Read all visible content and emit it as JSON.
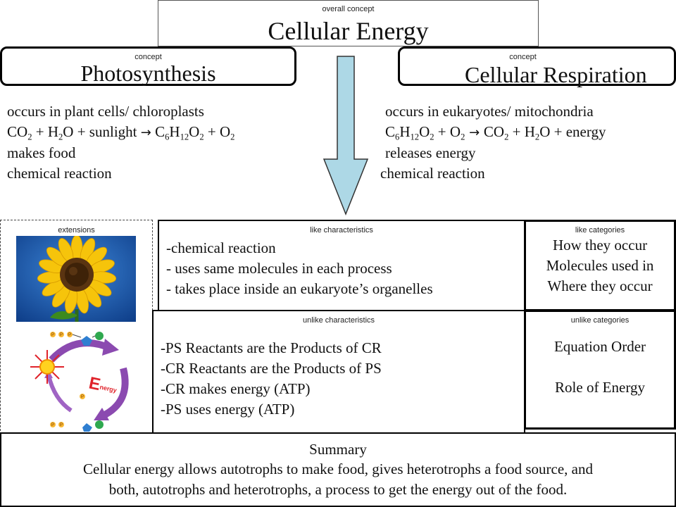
{
  "overall": {
    "label": "overall concept",
    "title": "Cellular Energy"
  },
  "left_concept": {
    "label": "concept",
    "title": "Photosynthesis",
    "lines": [
      "occurs in plant cells/ chloroplasts",
      "makes food",
      "chemical reaction"
    ],
    "equation": {
      "co2": "CO",
      "sub2": "2",
      "plus1": " + H",
      "h2o_sub": "2",
      "o": "O + sunlight ",
      "arrow": "→",
      "c": " C",
      "c6": "6",
      "h": "H",
      "h12": "12",
      "o1": "O",
      "o6": "2",
      "plus2": " + O",
      "o2sub": "2"
    }
  },
  "right_concept": {
    "label": "concept",
    "title": "Cellular Respiration",
    "lines": [
      "occurs in eukaryotes/ mitochondria",
      "releases energy",
      "chemical reaction"
    ],
    "equation": {
      "c": "C",
      "c6": "6",
      "h": "H",
      "h12": "12",
      "o": "O",
      "o6": "2",
      "plus1": " + O",
      "o2sub": "2",
      "arrow": " → ",
      "co2": "CO",
      "co2sub": "2",
      "plus2": " + H",
      "h2osub": "2",
      "tail": "O + energy"
    }
  },
  "extensions": {
    "label": "extensions"
  },
  "like_characteristics": {
    "label": "like characteristics",
    "items": [
      "-chemical reaction",
      "- uses same molecules in each process",
      "- takes place inside an eukaryote’s organelles"
    ]
  },
  "like_categories": {
    "label": "like categories",
    "items": [
      "How they occur",
      "Molecules used in",
      "Where they occur"
    ]
  },
  "unlike_characteristics": {
    "label": "unlike characteristics",
    "items": [
      "-PS Reactants are the Products of CR",
      "-CR Reactants are the Products of PS",
      "-CR makes energy (ATP)",
      "-PS uses energy (ATP)"
    ]
  },
  "unlike_categories": {
    "label": "unlike categories",
    "items": [
      "Equation Order",
      "Role of Energy"
    ]
  },
  "summary": {
    "title": "Summary",
    "line1": "Cellular energy allows autotrophs to make food, gives heterotrophs a food source, and",
    "line2": "both, autotrophs and heterotrophs, a process to get the energy out of the food."
  },
  "colors": {
    "arrow_fill": "#add8e6",
    "sunflower_sky": "#1a5fb4",
    "petal": "#f6c40b",
    "cycle_purple": "#8b4ab0"
  }
}
